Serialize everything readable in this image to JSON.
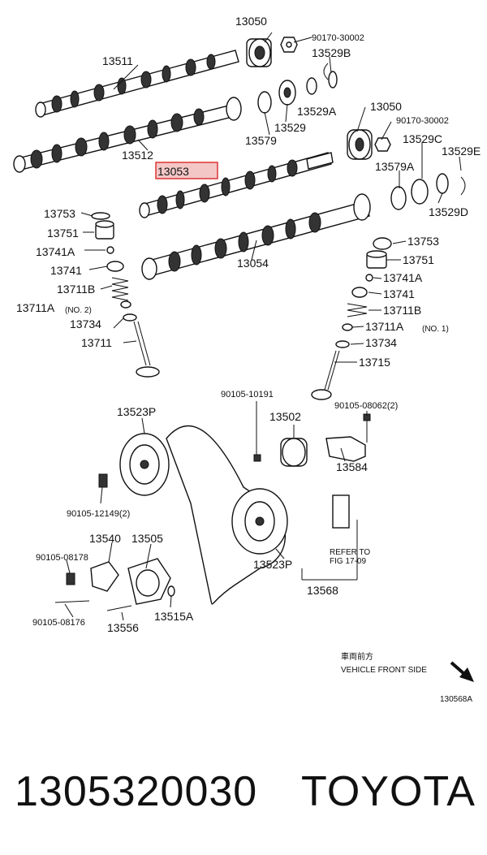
{
  "labels": {
    "l13050a": "13050",
    "l90170a": "90170-30002",
    "l13511": "13511",
    "l13529b": "13529B",
    "l13529a": "13529A",
    "l13050b": "13050",
    "l90170b": "90170-30002",
    "l13579a": "13579",
    "l13529": "13529",
    "l13512": "13512",
    "l13053": "13053",
    "l13529c": "13529C",
    "l13529e": "13529E",
    "l13579A": "13579A",
    "l13529d": "13529D",
    "l13753a": "13753",
    "l13751a": "13751",
    "l13741Aa": "13741A",
    "l13741a": "13741",
    "l13711Ba": "13711B",
    "l13711Aa": "13711A",
    "l13711Aa_no": "(NO. 2)",
    "l13734a": "13734",
    "l13711": "13711",
    "l13054": "13054",
    "l13753b": "13753",
    "l13751b": "13751",
    "l13741Ab": "13741A",
    "l13741b": "13741",
    "l13711Bb": "13711B",
    "l13711Ab": "13711A",
    "l13711Ab_no": "(NO. 1)",
    "l13734b": "13734",
    "l13715": "13715",
    "l90105_10191": "90105-10191",
    "l13523Pa": "13523P",
    "l13502": "13502",
    "l90105_08062": "90105-08062(2)",
    "l13584": "13584",
    "l90105_12149": "90105-12149(2)",
    "l13540": "13540",
    "l13505": "13505",
    "l90105_08178": "90105-08178",
    "l13523Pb": "13523P",
    "l13568": "13568",
    "l13515A": "13515A",
    "l90105_08176": "90105-08176",
    "l13556": "13556",
    "refer1": "REFER TO",
    "refer2": "FIG 17-09",
    "front_cn": "車両前方",
    "front_en": "VEHICLE FRONT SIDE",
    "fig_code": "130568A"
  },
  "footer": {
    "part_number": "1305320030",
    "brand": "TOYOTA"
  },
  "colors": {
    "highlight_fill": "#f4c7c7",
    "highlight_stroke": "#dd3333"
  }
}
